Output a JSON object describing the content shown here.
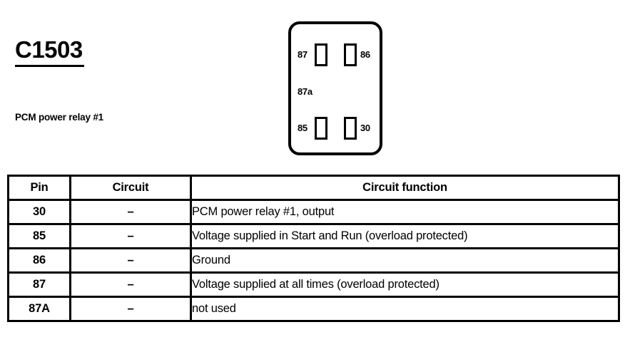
{
  "connector": {
    "title": "C1503",
    "subtitle": "PCM power relay #1",
    "diagram": {
      "name": "relay-connector-face",
      "pin_labels": [
        {
          "id": "87",
          "text": "87"
        },
        {
          "id": "86",
          "text": "86"
        },
        {
          "id": "87a",
          "text": "87a"
        },
        {
          "id": "85",
          "text": "85"
        },
        {
          "id": "30",
          "text": "30"
        }
      ]
    }
  },
  "table": {
    "headers": {
      "pin": "Pin",
      "circuit": "Circuit",
      "function": "Circuit function"
    },
    "rows": [
      {
        "pin": "30",
        "circuit": "–",
        "function": "PCM power relay #1, output"
      },
      {
        "pin": "85",
        "circuit": "–",
        "function": "Voltage supplied in Start and Run (overload protected)"
      },
      {
        "pin": "86",
        "circuit": "–",
        "function": "Ground"
      },
      {
        "pin": "87",
        "circuit": "–",
        "function": "Voltage supplied at all times (overload protected)"
      },
      {
        "pin": "87A",
        "circuit": "–",
        "function": "not used"
      }
    ]
  },
  "colors": {
    "ink": "#000000",
    "paper": "#ffffff"
  }
}
